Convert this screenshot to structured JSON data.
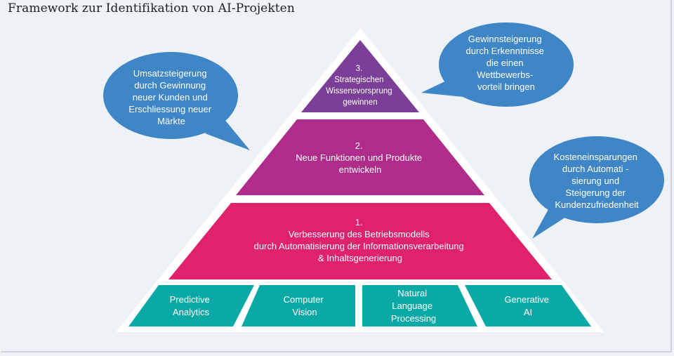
{
  "title": "Framework zur Identifikation von AI-Projekten",
  "levels": [
    {
      "number": "3.",
      "lines": [
        "Strategischen",
        "Wissensvorsprung",
        "gewinnen"
      ],
      "color": "#7b3f98"
    },
    {
      "number": "2.",
      "lines": [
        "Neue Funktionen und Produkte",
        "entwickeln"
      ],
      "color": "#b02c8a"
    },
    {
      "number": "1.",
      "lines": [
        "Verbesserung des Betriebsmodells",
        "durch Automatisierung der Informationsverarbeitung",
        "& Inhaltsgenerierung"
      ],
      "color": "#e0216b"
    }
  ],
  "foundation": [
    {
      "lines": [
        "Predictive",
        "Analytics"
      ]
    },
    {
      "lines": [
        "Computer",
        "Vision"
      ]
    },
    {
      "lines": [
        "Natural",
        "Language",
        "Processing"
      ]
    },
    {
      "lines": [
        "Generative",
        "AI"
      ]
    }
  ],
  "foundation_color": "#0aa9a5",
  "bubbles": [
    {
      "lines": [
        "Umsatzsteigerung",
        "durch Gewinnung",
        "neuer Kunden und",
        "Erschliessung neuer",
        "Märkte"
      ]
    },
    {
      "lines": [
        "Gewinnsteigerung",
        "durch Erkenntnisse",
        "die einen",
        "Wettbewerbs-",
        "vorteil bringen"
      ]
    },
    {
      "lines": [
        "Kosteneinsparungen",
        "durch Automati -",
        "sierung und",
        "Steigerung der",
        "Kundenzufriedenheit"
      ]
    }
  ],
  "bubble_color": "#3f86c6"
}
